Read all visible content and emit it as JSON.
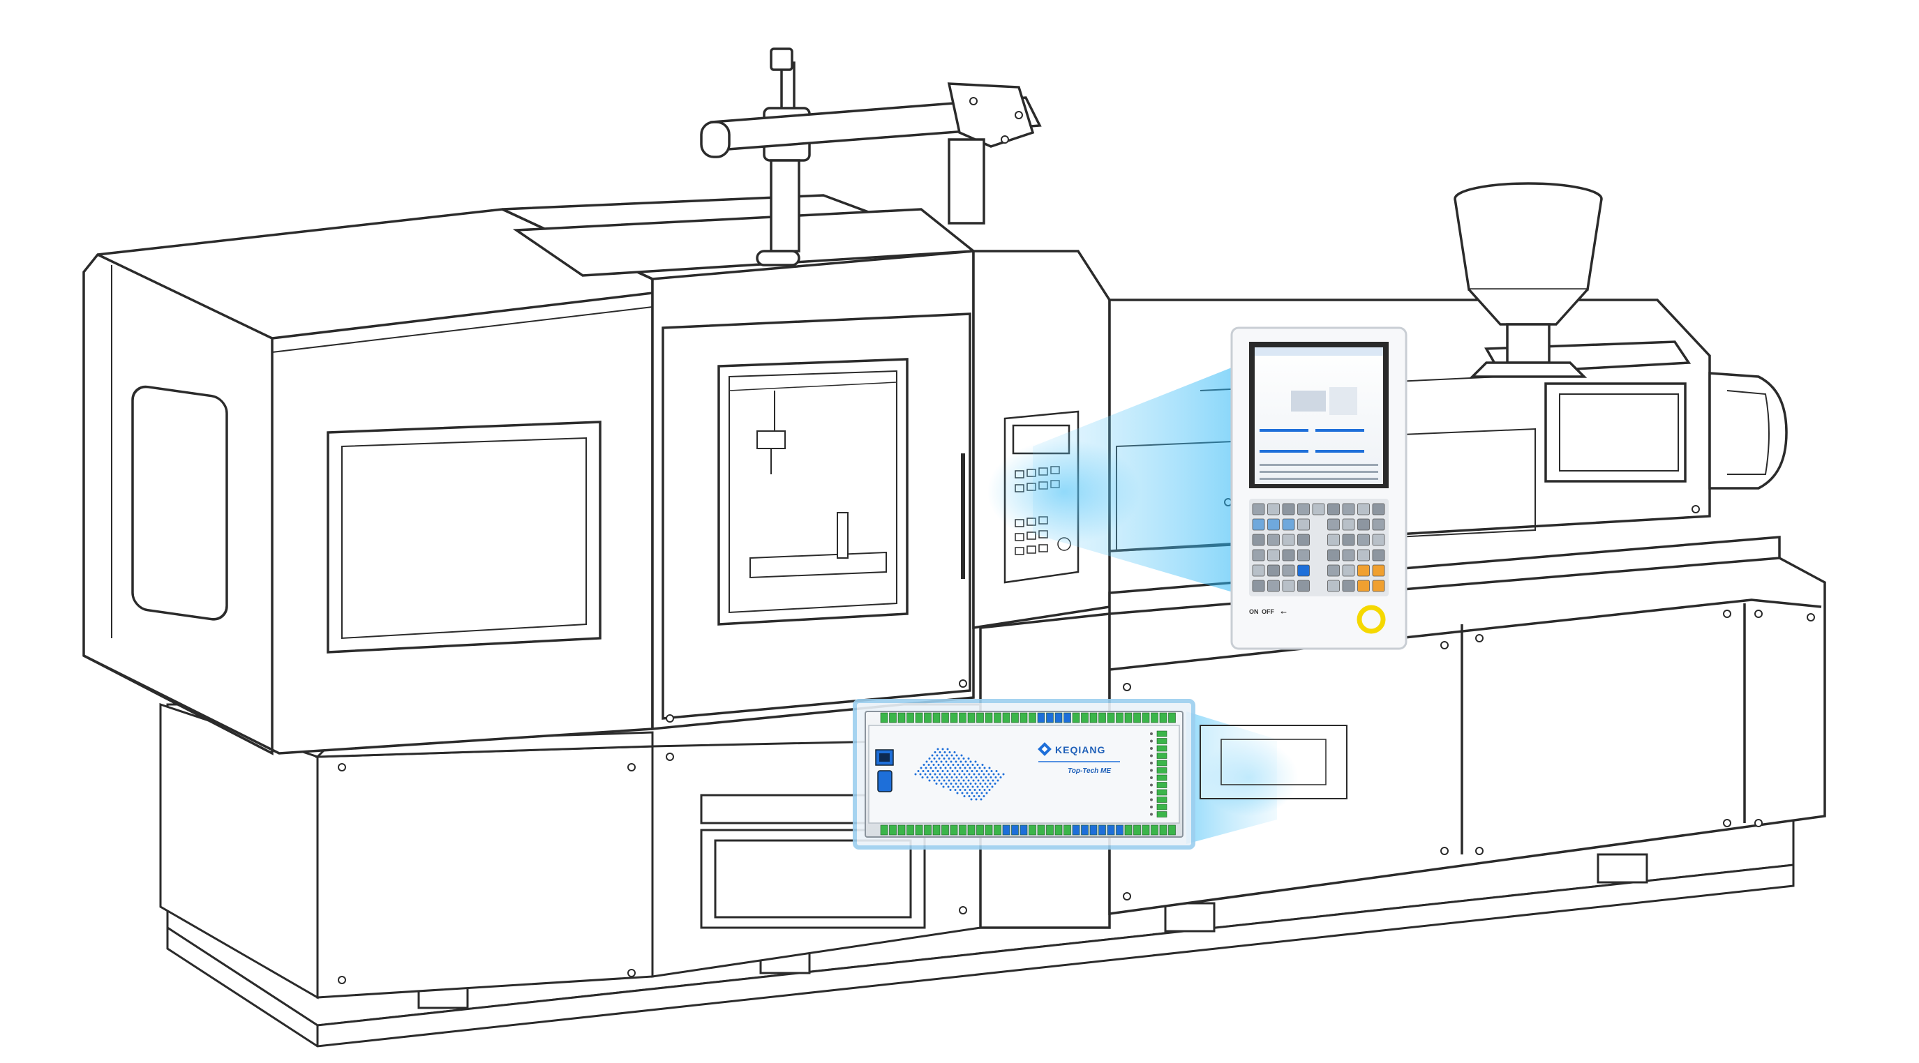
{
  "controller": {
    "brand": "KEQIANG",
    "model": "Top-Tech ME"
  },
  "hmi": {
    "on_label": "ON",
    "off_label": "OFF"
  },
  "colors": {
    "line": "#2b2b2b",
    "glow": "#4fc3f7",
    "accent_blue": "#1e6fd9",
    "terminal_green": "#3bb54a",
    "knob_yellow": "#f5d800"
  }
}
